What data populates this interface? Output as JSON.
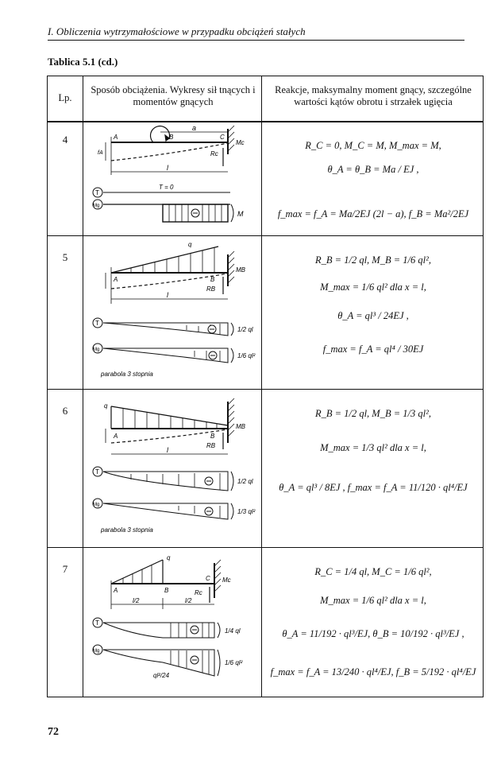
{
  "header": {
    "running_title": "I. Obliczenia wytrzymałościowe w przypadku obciążeń stałych"
  },
  "table_title": "Tablica 5.1 (cd.)",
  "columns": {
    "lp": "Lp.",
    "load": "Sposób obciążenia. Wykresy sił tnących i momentów gnących",
    "results": "Reakcje, maksymalny moment gnący, szczególne wartości kątów obrotu i strzałek ugięcia"
  },
  "rows": [
    {
      "lp": "4",
      "fig_labels": {
        "T": "T",
        "Mg": "Mg",
        "t0": "T = 0",
        "M": "M",
        "a": "a",
        "l": "l",
        "A": "A",
        "B": "B",
        "C": "C",
        "Rc": "Rc",
        "Mc": "Mc",
        "fA": "fA"
      },
      "f1": "R_C = 0,   M_C = M,   M_max = M,",
      "f2": "θ_A = θ_B = Ma / EJ ,",
      "f3": "f_max = f_A = Ma/2EJ (2l − a),   f_B = Ma²/2EJ"
    },
    {
      "lp": "5",
      "fig_labels": {
        "q": "q",
        "T_val": "1/2 ql",
        "M_val": "1/6 ql²",
        "note": "parabola 3 stopnia",
        "A": "A",
        "B": "B",
        "Rb": "RB",
        "Mb": "MB",
        "l": "l"
      },
      "f1": "R_B = 1/2 ql,   M_B = 1/6 ql²,",
      "f2": "M_max = 1/6 ql²   dla x = l,",
      "f3": "θ_A = ql³ / 24EJ ,",
      "f4": "f_max = f_A = ql⁴ / 30EJ"
    },
    {
      "lp": "6",
      "fig_labels": {
        "q": "q",
        "T_val": "1/2 ql",
        "M_val": "1/3 ql²",
        "note": "parabola 3 stopnia",
        "A": "A",
        "B": "B",
        "Rb": "RB",
        "Mb": "MB",
        "l": "l"
      },
      "f1": "R_B = 1/2 ql,   M_B = 1/3 ql²,",
      "f2": "M_max = 1/3 ql²   dla x = l,",
      "f3": "θ_A = ql³ / 8EJ ,   f_max = f_A = 11/120 · ql⁴/EJ"
    },
    {
      "lp": "7",
      "fig_labels": {
        "q": "q",
        "T_val": "1/4 ql",
        "M_val": "1/6 ql²",
        "M_mid": "ql²/24",
        "A": "A",
        "B": "B",
        "C": "C",
        "Rc": "Rc",
        "Mc": "Mc",
        "half": "l/2"
      },
      "f1": "R_C = 1/4 ql,   M_C = 1/6 ql²,",
      "f2": "M_max = 1/6 ql²   dla x = l,",
      "f3": "θ_A = 11/192 · ql³/EJ,   θ_B = 10/192 · ql³/EJ ,",
      "f4": "f_max = f_A = 13/240 · ql⁴/EJ,   f_B = 5/192 · ql⁴/EJ"
    }
  ],
  "page_number": "72"
}
